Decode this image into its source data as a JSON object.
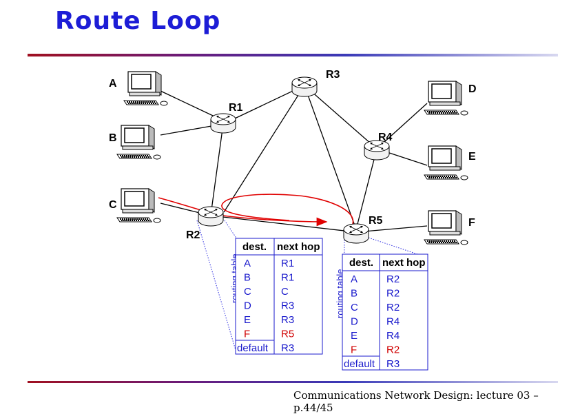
{
  "slide": {
    "title": "Route Loop",
    "footer": "Communications Network Design: lecture 03 – p.44/45"
  },
  "hosts": {
    "A": "A",
    "B": "B",
    "C": "C",
    "D": "D",
    "E": "E",
    "F": "F"
  },
  "routers": {
    "R1": "R1",
    "R2": "R2",
    "R3": "R3",
    "R4": "R4",
    "R5": "R5"
  },
  "routing_table_label": "routing table",
  "table_r2": {
    "header_dest": "dest.",
    "header_next": "next hop",
    "rows": [
      {
        "dest": "A",
        "next": "R1",
        "highlight": false
      },
      {
        "dest": "B",
        "next": "R1",
        "highlight": false
      },
      {
        "dest": "C",
        "next": "C",
        "highlight": false
      },
      {
        "dest": "D",
        "next": "R3",
        "highlight": false
      },
      {
        "dest": "E",
        "next": "R3",
        "highlight": false
      },
      {
        "dest": "F",
        "next": "R5",
        "highlight": true
      },
      {
        "dest": "default",
        "next": "R3",
        "highlight": false
      }
    ]
  },
  "table_r5": {
    "header_dest": "dest.",
    "header_next": "next hop",
    "rows": [
      {
        "dest": "A",
        "next": "R2",
        "highlight": false
      },
      {
        "dest": "B",
        "next": "R2",
        "highlight": false
      },
      {
        "dest": "C",
        "next": "R2",
        "highlight": false
      },
      {
        "dest": "D",
        "next": "R4",
        "highlight": false
      },
      {
        "dest": "E",
        "next": "R4",
        "highlight": false
      },
      {
        "dest": "F",
        "next": "R2",
        "highlight": true
      },
      {
        "dest": "default",
        "next": "R3",
        "highlight": false
      }
    ]
  },
  "colors": {
    "title": "#1d1dd6",
    "table_text": "#1a1acc",
    "highlight": "#d00000",
    "loop_path": "#e00000"
  }
}
